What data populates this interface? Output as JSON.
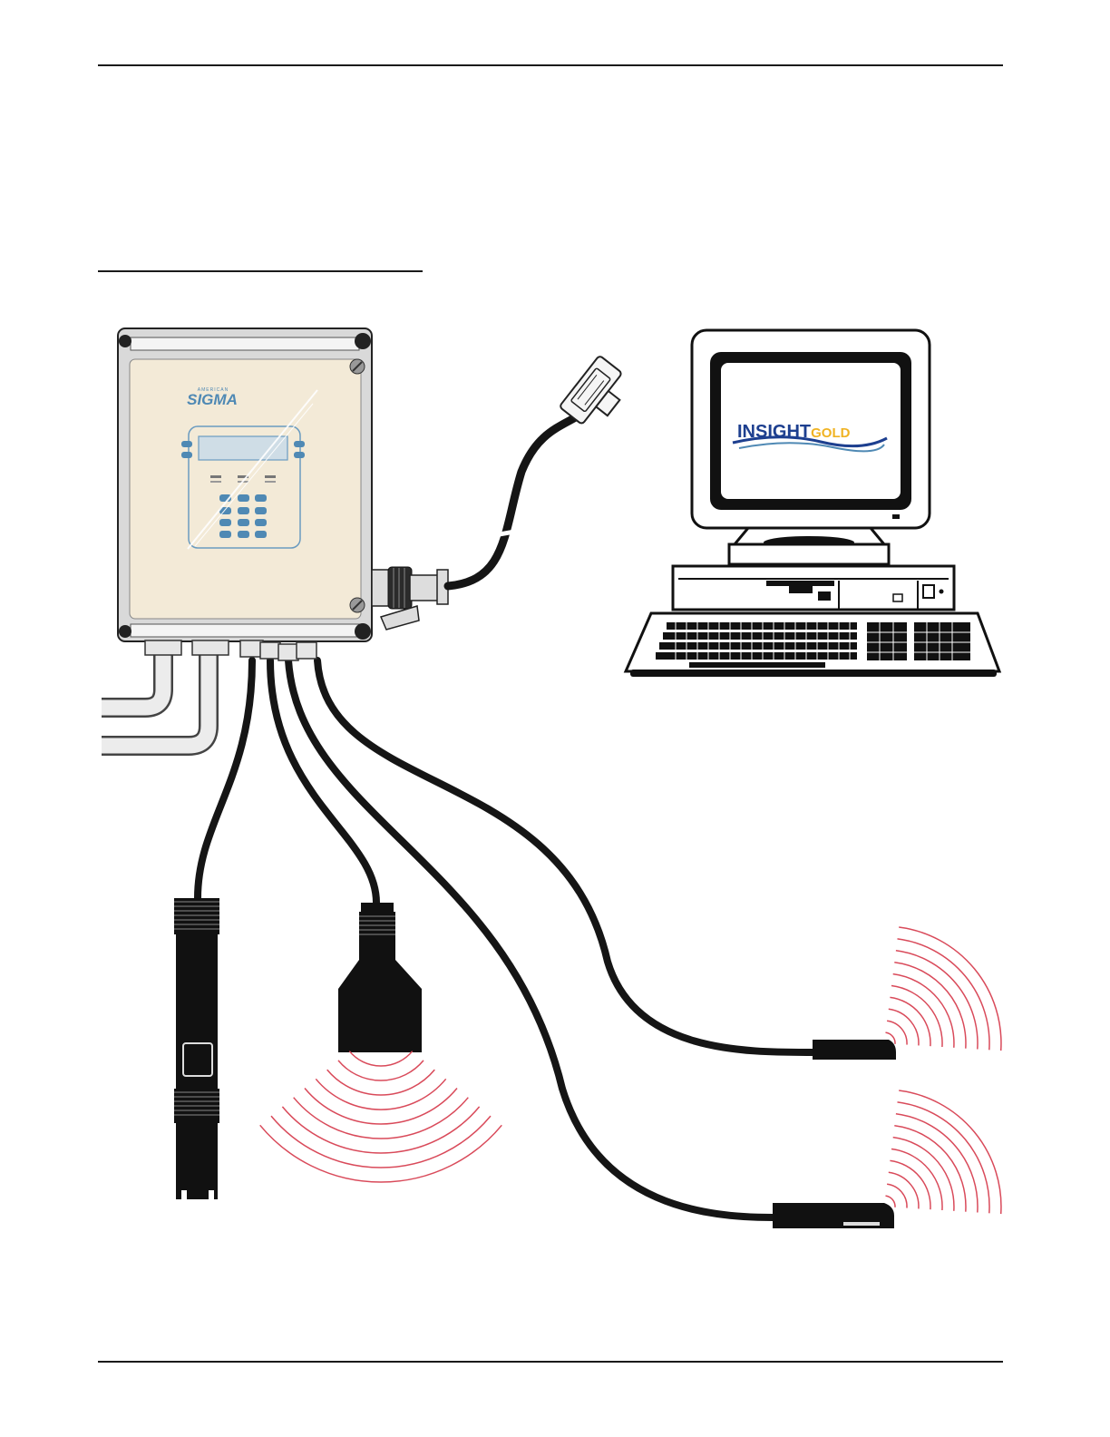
{
  "logos": {
    "controller_brand_small": "AMERICAN",
    "controller_brand": "SIGMA",
    "software_logo_part1": "INSIGHT",
    "software_logo_part2": "GOLD"
  },
  "colors": {
    "rule": "#1a1a1a",
    "cable": "#151515",
    "enclosure_face": "#f3ead7",
    "enclosure_frame": "#d9d9d9",
    "lcd": "#cfdde6",
    "keypad_accent": "#4f89b4",
    "logo_blue": "#1d3f8f",
    "logo_gold": "#f0b323",
    "signal_waves": "#d94a5a"
  },
  "icons": {
    "controller": "flow-meter-controller",
    "computer": "desktop-computer",
    "serial_cable": "db9-serial-connector",
    "ph_probe": "ph-probe-sensor",
    "ultrasonic": "downlooking-ultrasonic-sensor",
    "velocity_1": "submerged-velocity-sensor",
    "velocity_2": "submerged-area-velocity-sensor"
  }
}
